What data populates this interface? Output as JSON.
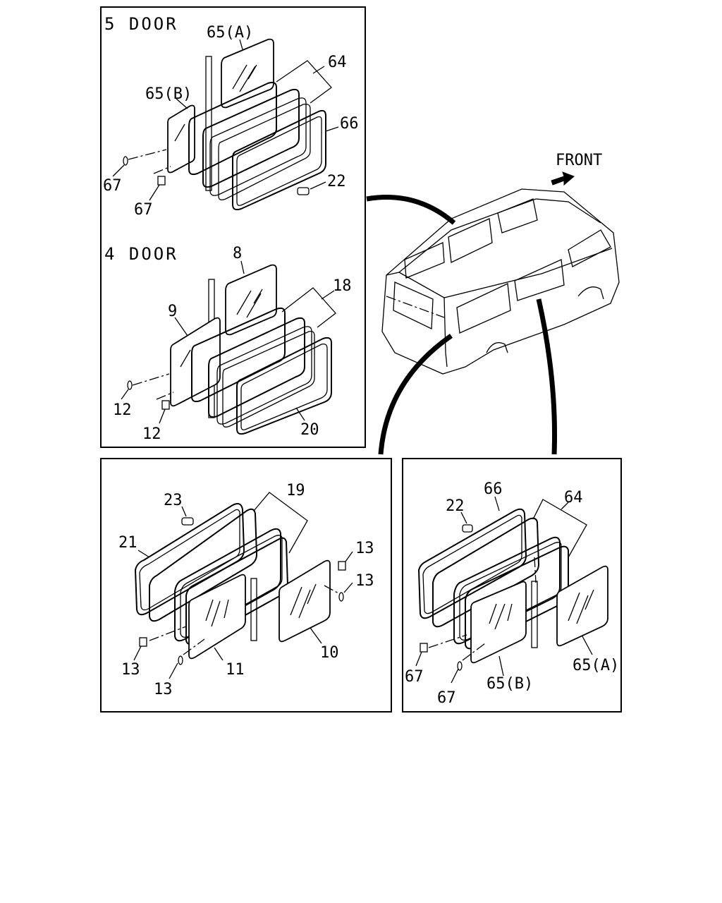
{
  "panels": {
    "five_door": {
      "title": "5 DOOR",
      "labels": {
        "l65a": "65(A)",
        "l64": "64",
        "l65b": "65(B)",
        "l66": "66",
        "l67a": "67",
        "l67b": "67",
        "l22": "22"
      }
    },
    "four_door": {
      "title": "4 DOOR",
      "labels": {
        "l8": "8",
        "l18": "18",
        "l9": "9",
        "l12a": "12",
        "l12b": "12",
        "l20": "20"
      }
    },
    "bottom_left": {
      "labels": {
        "l23": "23",
        "l19": "19",
        "l21": "21",
        "l13a": "13",
        "l13b": "13",
        "l13c": "13",
        "l13d": "13",
        "l10": "10",
        "l11": "11"
      }
    },
    "bottom_right": {
      "labels": {
        "l66": "66",
        "l22": "22",
        "l64": "64",
        "l67a": "67",
        "l67b": "67",
        "l65b": "65(B)",
        "l65a": "65(A)"
      }
    }
  },
  "vehicle": {
    "front_label": "FRONT"
  }
}
